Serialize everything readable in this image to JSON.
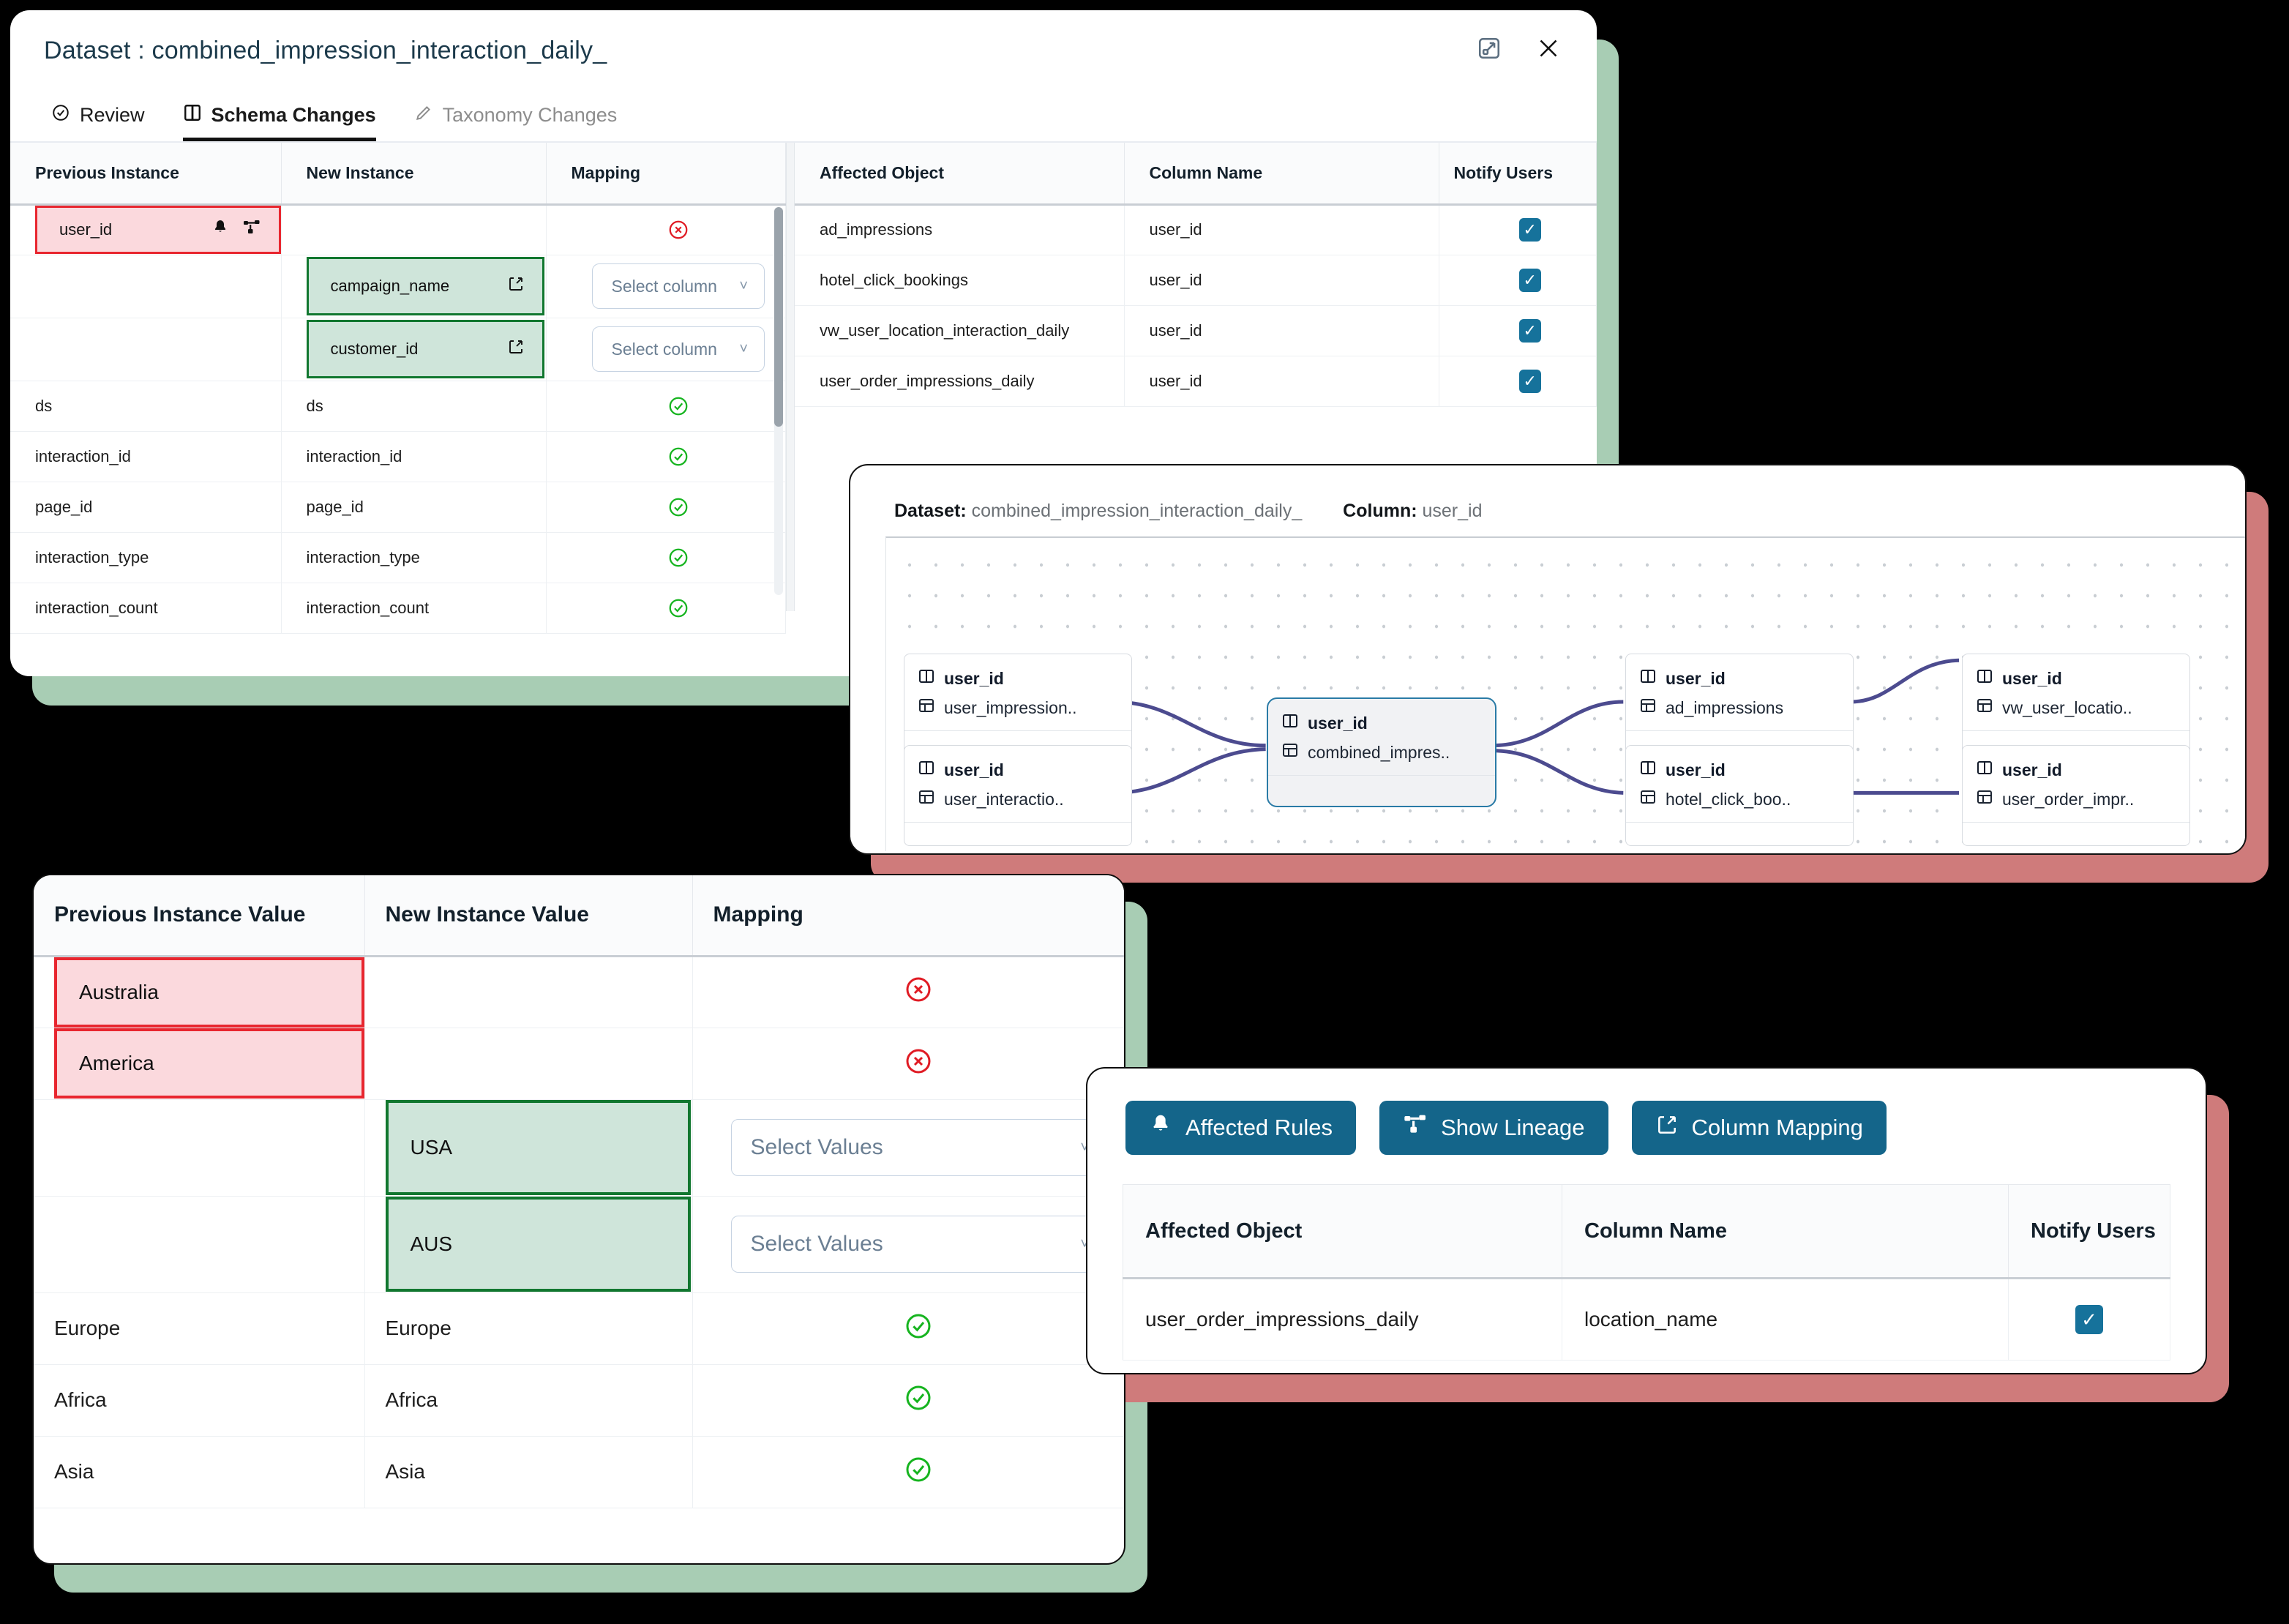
{
  "schema_window": {
    "title": "Dataset : combined_impression_interaction_daily_",
    "expand_icon": "expand-icon",
    "close_icon": "close-icon",
    "tabs": [
      {
        "label": "Review",
        "icon": "check-circle-icon",
        "state": "inactive"
      },
      {
        "label": "Schema Changes",
        "icon": "columns-icon",
        "state": "active"
      },
      {
        "label": "Taxonomy Changes",
        "icon": "pencil-icon",
        "state": "disabled"
      }
    ],
    "left_table": {
      "headers": [
        "Previous Instance",
        "New Instance",
        "Mapping"
      ],
      "rows": [
        {
          "previous": "user_id",
          "new": "",
          "mapping": "removed",
          "prev_style": "removed",
          "new_style": "",
          "row_icons": [
            "bell-icon",
            "lineage-icon"
          ]
        },
        {
          "previous": "",
          "new": "campaign_name",
          "mapping": "select",
          "prev_style": "",
          "new_style": "added",
          "select_placeholder": "Select column"
        },
        {
          "previous": "",
          "new": "customer_id",
          "mapping": "select",
          "prev_style": "",
          "new_style": "added",
          "select_placeholder": "Select column"
        },
        {
          "previous": "ds",
          "new": "ds",
          "mapping": "matched"
        },
        {
          "previous": "interaction_id",
          "new": "interaction_id",
          "mapping": "matched"
        },
        {
          "previous": "page_id",
          "new": "page_id",
          "mapping": "matched"
        },
        {
          "previous": "interaction_type",
          "new": "interaction_type",
          "mapping": "matched"
        },
        {
          "previous": "interaction_count",
          "new": "interaction_count",
          "mapping": "matched"
        }
      ]
    },
    "right_table": {
      "headers": [
        "Affected Object",
        "Column Name",
        "Notify Users"
      ],
      "rows": [
        {
          "object": "ad_impressions",
          "column": "user_id",
          "notify": true
        },
        {
          "object": "hotel_click_bookings",
          "column": "user_id",
          "notify": true
        },
        {
          "object": "vw_user_location_interaction_daily",
          "column": "user_id",
          "notify": true
        },
        {
          "object": "user_order_impressions_daily",
          "column": "user_id",
          "notify": true
        }
      ]
    }
  },
  "lineage_window": {
    "dataset_label": "Dataset:",
    "dataset_value": "combined_impression_interaction_daily_",
    "column_label": "Column:",
    "column_value": "user_id",
    "nodes": [
      {
        "id": "n-user-impression",
        "column": "user_id",
        "dataset": "user_impression..",
        "focus": false
      },
      {
        "id": "n-user-interaction",
        "column": "user_id",
        "dataset": "user_interactio..",
        "focus": false
      },
      {
        "id": "n-combined",
        "column": "user_id",
        "dataset": "combined_impres..",
        "focus": true
      },
      {
        "id": "n-ad-impressions",
        "column": "user_id",
        "dataset": "ad_impressions",
        "focus": false
      },
      {
        "id": "n-hotel-click",
        "column": "user_id",
        "dataset": "hotel_click_boo..",
        "focus": false
      },
      {
        "id": "n-vw-user-location",
        "column": "user_id",
        "dataset": "vw_user_locatio..",
        "focus": false
      },
      {
        "id": "n-user-order",
        "column": "user_id",
        "dataset": "user_order_impr..",
        "focus": false
      }
    ]
  },
  "taxonomy_window": {
    "headers": [
      "Previous Instance Value",
      "New Instance Value",
      "Mapping"
    ],
    "rows": [
      {
        "previous": "Australia",
        "new": "",
        "mapping": "removed",
        "prev_style": "removed"
      },
      {
        "previous": "America",
        "new": "",
        "mapping": "removed",
        "prev_style": "removed"
      },
      {
        "previous": "",
        "new": "USA",
        "mapping": "select",
        "new_style": "added",
        "select_placeholder": "Select Values"
      },
      {
        "previous": "",
        "new": "AUS",
        "mapping": "select",
        "new_style": "added",
        "select_placeholder": "Select Values"
      },
      {
        "previous": "Europe",
        "new": "Europe",
        "mapping": "matched"
      },
      {
        "previous": "Africa",
        "new": "Africa",
        "mapping": "matched"
      },
      {
        "previous": "Asia",
        "new": "Asia",
        "mapping": "matched"
      }
    ]
  },
  "affected_window": {
    "buttons": [
      {
        "label": "Affected Rules",
        "icon": "bell-icon"
      },
      {
        "label": "Show Lineage",
        "icon": "lineage-icon"
      },
      {
        "label": "Column Mapping",
        "icon": "external-link-icon"
      }
    ],
    "headers": [
      "Affected Object",
      "Column Name",
      "Notify Users"
    ],
    "rows": [
      {
        "object": "user_order_impressions_daily",
        "column": "location_name",
        "notify": true
      }
    ]
  },
  "colors": {
    "primary": "#14658a",
    "removed_bg": "#fbd9dd",
    "removed_border": "#e8262f",
    "added_bg": "#cfe5da",
    "added_border": "#11772f",
    "accent_green": "#a8cdb4",
    "accent_red": "#cf7b7b",
    "wire": "#4c4b8f"
  }
}
